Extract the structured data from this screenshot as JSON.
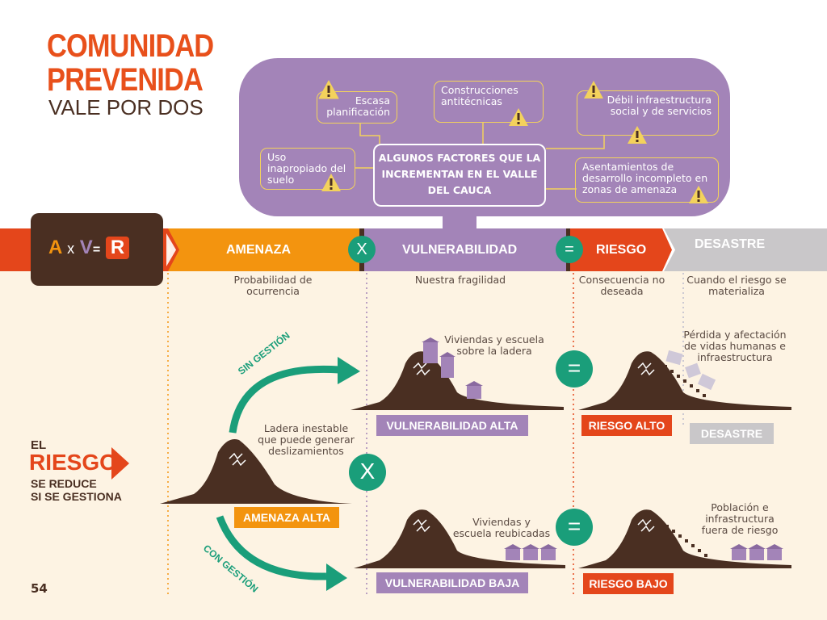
{
  "title": {
    "line1": "COMUNIDAD",
    "line2": "PREVENIDA",
    "line3": "VALE POR DOS"
  },
  "factors": {
    "center": "ALGUNOS FACTORES QUE LA INCREMENTAN EN EL VALLE DEL CAUCA",
    "items": [
      "Escasa planificación",
      "Construcciones antitécnicas",
      "Débil infraestructura social y de servicios",
      "Uso inapropiado del suelo",
      "Asentamientos de desarrollo incompleto en zonas de amenaza"
    ]
  },
  "formula": {
    "a": "A",
    "x": "x",
    "v": "V",
    "eq": "=",
    "r": "R"
  },
  "bar": {
    "amenaza": "AMENAZA",
    "x_symbol": "X",
    "vulnerabilidad": "VULNERABILIDAD",
    "eq_symbol": "=",
    "riesgo": "RIESGO",
    "desastre": "DESASTRE"
  },
  "subtitles": {
    "amenaza": "Probabilidad de ocurrencia",
    "vulnerabilidad": "Nuestra fragilidad",
    "riesgo": "Consecuencia no deseada",
    "desastre": "Cuando el riesgo se materializa"
  },
  "notes": {
    "ladera": "Ladera inestable que puede generar deslizamientos",
    "viviendas_ladera": "Viviendas y escuela sobre la ladera",
    "perdida": "Pérdida y afectación de vidas humanas e infraestructura",
    "viviendas_reubicadas": "Viviendas y escuela reubicadas",
    "poblacion": "Población e infrastructura fuera de riesgo"
  },
  "arrows": {
    "sin": "SIN GESTIÓN",
    "con": "CON GESTIÓN"
  },
  "tags": {
    "amenaza_alta": "AMENAZA ALTA",
    "vuln_alta": "VULNERABILIDAD ALTA",
    "riesgo_alto": "RIESGO ALTO",
    "desastre": "DESASTRE",
    "vuln_baja": "VULNERABILIDAD BAJA",
    "riesgo_bajo": "RIESGO BAJO"
  },
  "ops": {
    "x": "X",
    "eq1": "=",
    "eq2": "="
  },
  "side": {
    "l1": "EL",
    "l2": "RIESGO",
    "l3": "SE REDUCE",
    "l4": "SI SE GESTIONA"
  },
  "page_number": "54",
  "colors": {
    "orange": "#f3940f",
    "red": "#e4461b",
    "purple": "#a384b8",
    "brown": "#4a2f22",
    "teal": "#1a9e7a",
    "gray": "#c9c7c9"
  }
}
